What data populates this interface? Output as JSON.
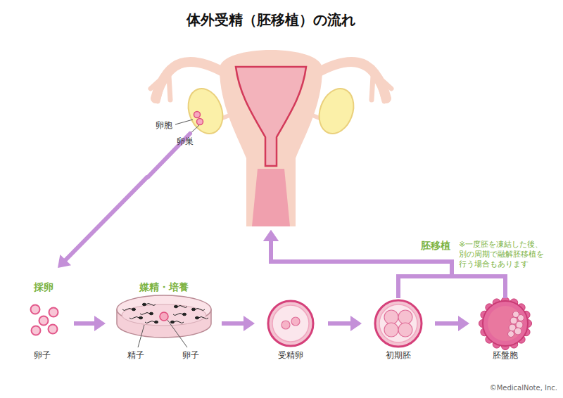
{
  "diagram": {
    "title": "体外受精（胚移植）の流れ",
    "nodes": [
      {
        "text": [
          "卵胞",
          "卵巣"
        ]
      },
      {
        "text": [
          "採卵",
          "卵子"
        ]
      },
      {
        "text": [
          "媒精・培養",
          "精子",
          "卵子"
        ]
      },
      {
        "text": [
          "受精卵"
        ]
      },
      {
        "text": [
          "初期胚"
        ]
      },
      {
        "text": [
          "胚盤胞"
        ]
      }
    ],
    "edges": [
      {
        "from": 0,
        "to": 1,
        "arrow": "to"
      },
      {
        "from": 1,
        "to": 2,
        "arrow": "to"
      },
      {
        "from": 2,
        "to": 3,
        "arrow": "to"
      },
      {
        "from": 3,
        "to": 4,
        "arrow": "to"
      },
      {
        "from": 4,
        "to": 5,
        "arrow": "to"
      },
      {
        "from": 4,
        "to": 0,
        "label": "胚移植",
        "arrow": "to"
      },
      {
        "from": 5,
        "to": 0,
        "arrow": "to"
      }
    ],
    "labels": [
      "※一度胚を凍結した後、 別の周期で融解胚移植を 行う場合もあります",
      "©MedicalNote, Inc."
    ]
  }
}
